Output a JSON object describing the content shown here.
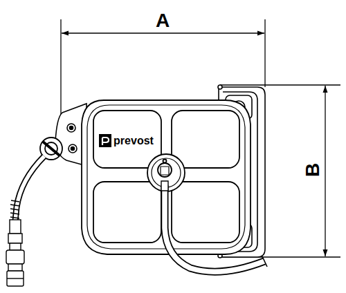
{
  "diagram": {
    "labels": [
      "A",
      "B",
      "prevost"
    ]
  }
}
